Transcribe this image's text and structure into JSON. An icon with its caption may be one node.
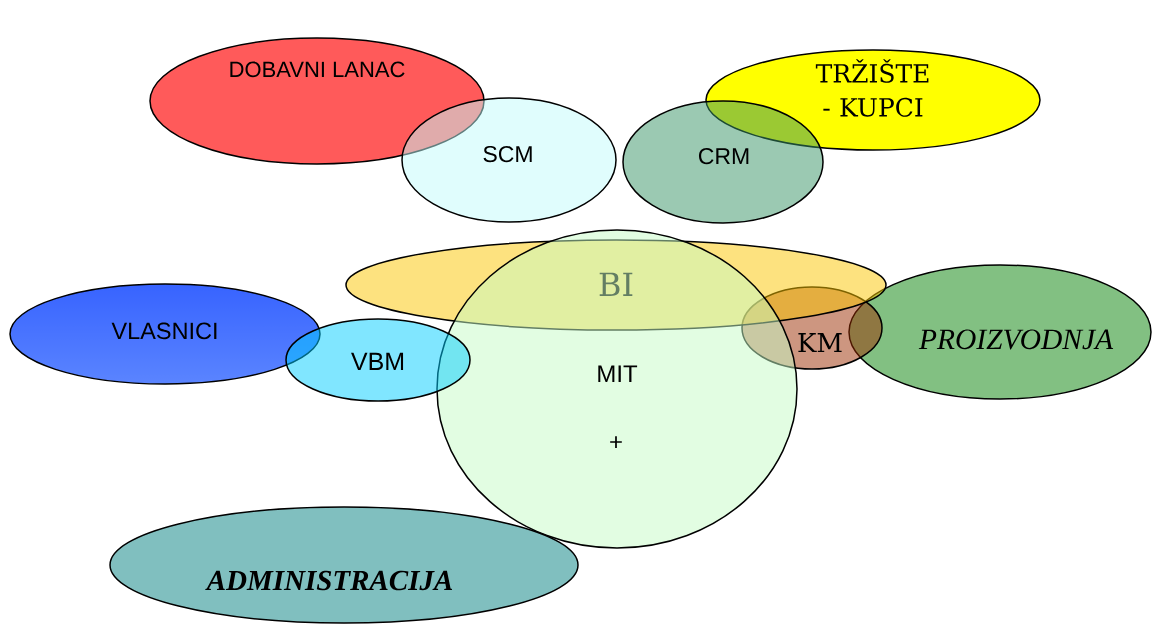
{
  "diagram": {
    "nodes": [
      {
        "text": [
          "DOBAVNI LANAC"
        ]
      },
      {
        "text": [
          "TRŽIŠTE - KUPCI"
        ]
      },
      {
        "text": [
          "SCM"
        ]
      },
      {
        "text": [
          "CRM"
        ]
      },
      {
        "text": [
          "BI"
        ]
      },
      {
        "text": [
          "MIT",
          "+"
        ]
      },
      {
        "text": [
          "VLASNICI"
        ]
      },
      {
        "text": [
          "VBM"
        ]
      },
      {
        "text": [
          "KM"
        ]
      },
      {
        "text": [
          "PROIZVODNJA"
        ]
      },
      {
        "text": [
          "ADMINISTRACIJA"
        ]
      }
    ]
  }
}
